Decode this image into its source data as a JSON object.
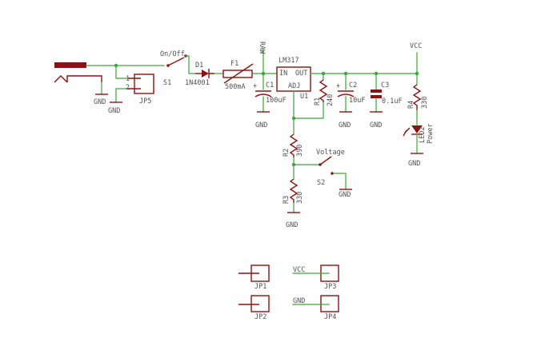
{
  "rails": {
    "raw": "RAW",
    "vcc": "VCC",
    "gnd": "GND"
  },
  "switches": {
    "s1": {
      "ref": "S1",
      "value": "On/Off"
    },
    "s2": {
      "ref": "S2",
      "value": "Voltage"
    }
  },
  "diode": {
    "ref": "D1",
    "value": "1N4001"
  },
  "fuse": {
    "ref": "F1",
    "value": "500mA"
  },
  "regulator": {
    "ref": "U1",
    "part": "LM317",
    "pin_in": "IN",
    "pin_out": "OUT",
    "pin_adj": "ADJ"
  },
  "caps": {
    "c1": {
      "ref": "C1",
      "value": "100uF"
    },
    "c2": {
      "ref": "C2",
      "value": "10uF"
    },
    "c3": {
      "ref": "C3",
      "value": "0.1uF"
    }
  },
  "resistors": {
    "r1": {
      "ref": "R1",
      "value": "240"
    },
    "r2": {
      "ref": "R2",
      "value": "390"
    },
    "r3": {
      "ref": "R3",
      "value": "330"
    },
    "r4": {
      "ref": "R4",
      "value": "330"
    }
  },
  "led": {
    "ref": "LED2",
    "value": "Power"
  },
  "connectors": {
    "jp5": {
      "ref": "JP5",
      "pin1": "1",
      "pin2": "2"
    },
    "jp1": {
      "ref": "JP1"
    },
    "jp2": {
      "ref": "JP2"
    },
    "jp3": {
      "ref": "JP3",
      "net": "VCC"
    },
    "jp4": {
      "ref": "JP4",
      "net": "GND"
    }
  }
}
